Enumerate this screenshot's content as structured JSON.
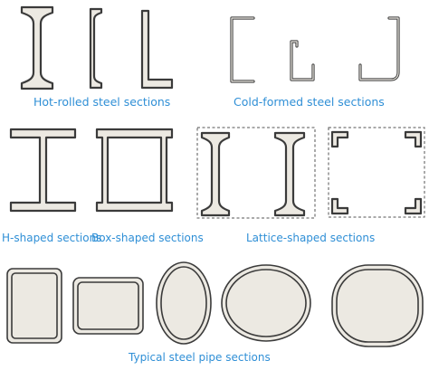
{
  "labels": {
    "hot_rolled": "Hot-rolled steel sections",
    "cold_formed": "Cold-formed steel sections",
    "h_shaped": "H-shaped sections",
    "box_shaped": "Box-shaped sections",
    "lattice_shaped": "Lattice-shaped sections",
    "pipe": "Typical steel pipe sections"
  },
  "colors": {
    "label_text": "#2f8fd6",
    "section_fill": "#ece9e2",
    "outline": "#3b3b3b"
  }
}
